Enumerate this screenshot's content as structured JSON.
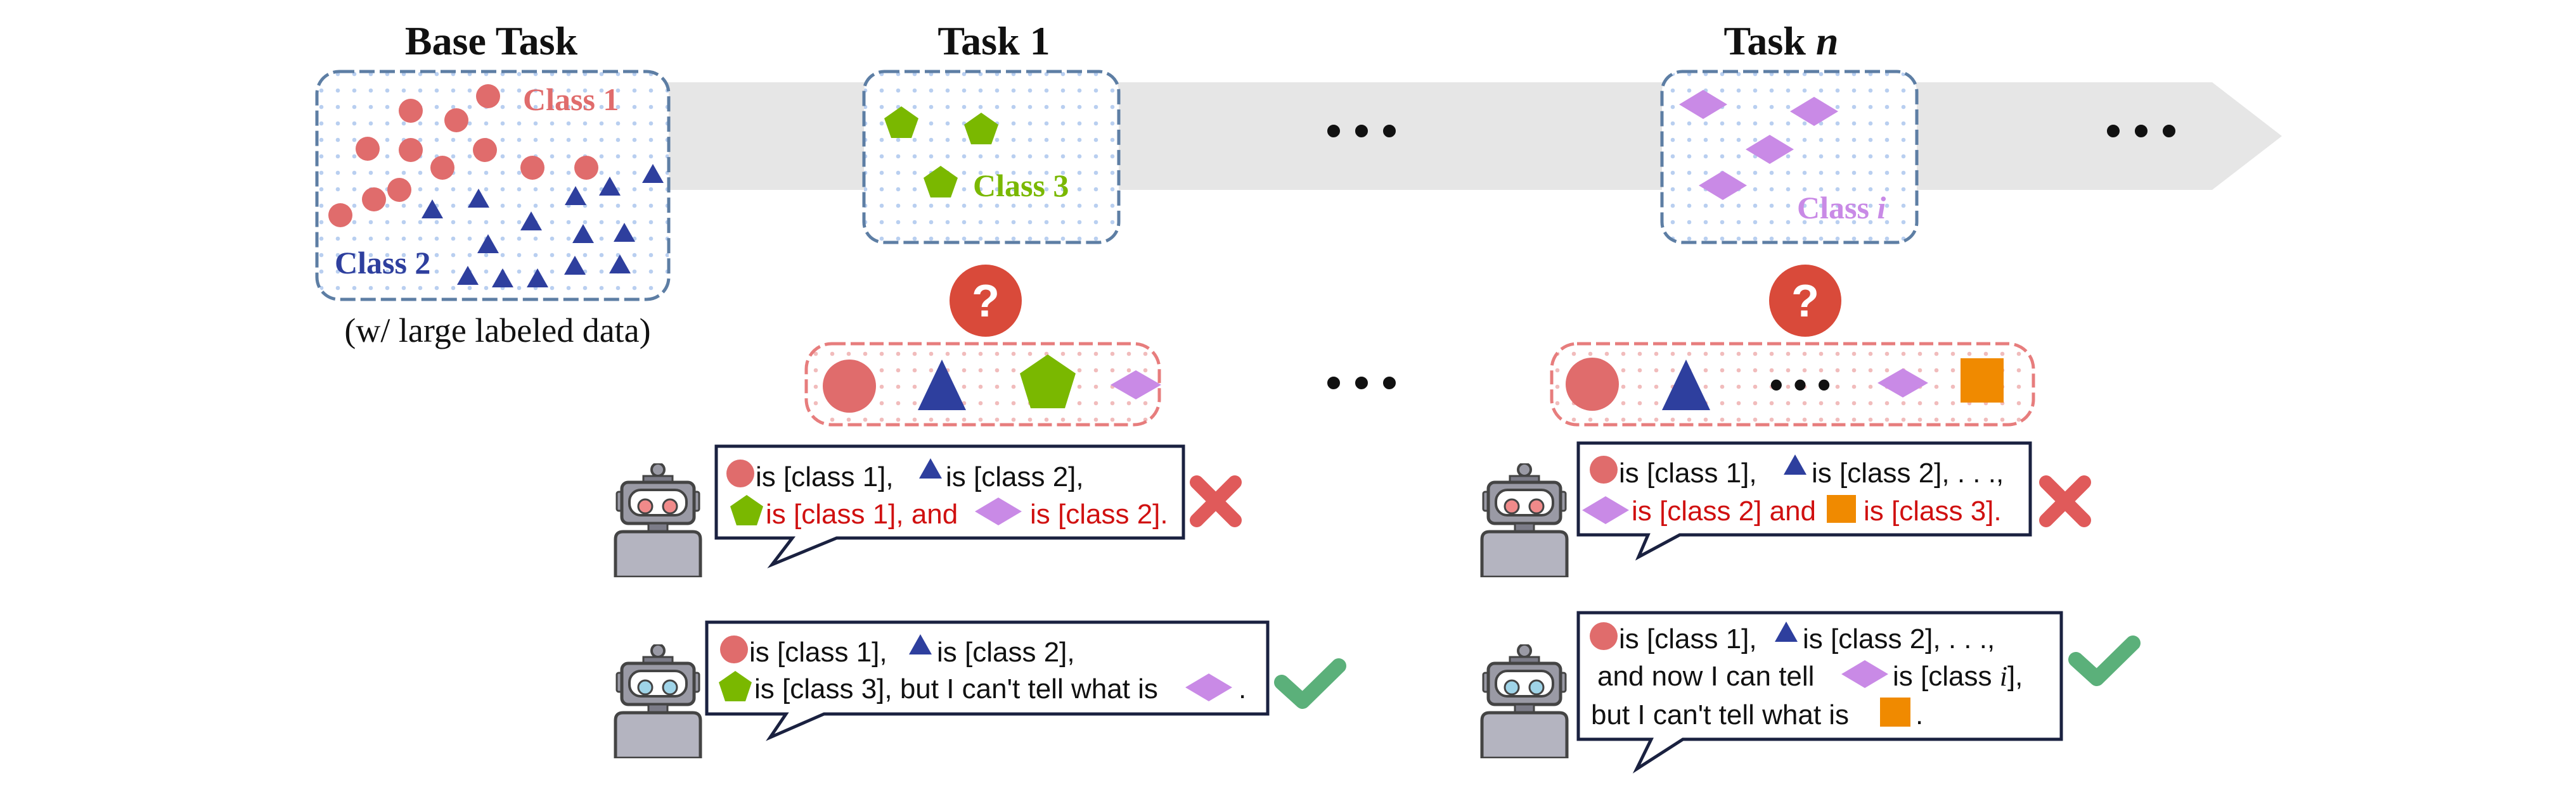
{
  "titles": {
    "base": "Base Task",
    "task1": "Task 1",
    "taskn_prefix": "Task ",
    "taskn_var": "n"
  },
  "base_note": "(w/ large labeled data)",
  "labels": {
    "class1": "Class 1",
    "class2": "Class 2",
    "class3": "Class 3",
    "classi_prefix": "Class ",
    "classi_var": "i"
  },
  "question_mark": "?",
  "ellipsis": "• • •",
  "colors": {
    "class1": "#e06c6c",
    "class2": "#2e3f9e",
    "class3": "#7ab800",
    "classi": "#c98ae6",
    "square": "#f08a00",
    "wrong": "#e05a5a",
    "right": "#5bb07a",
    "question": "#d94a3a",
    "red_text": "#d01010"
  },
  "speech": {
    "left_wrong": {
      "l1a": "is [class 1],",
      "l1b": "is [class 2],",
      "l2a": "is [class 1], and",
      "l2b": "is [class 2]."
    },
    "left_right": {
      "l1a": "is [class 1],",
      "l1b": "is [class 2],",
      "l2a": "is [class 3], but I can't tell what is",
      "l2b": "."
    },
    "right_wrong": {
      "l1a": "is [class 1],",
      "l1b": "is [class 2], . . .,",
      "l2a": "is [class 2] and",
      "l2b": "is [class 3]."
    },
    "right_right": {
      "l1a": "is [class 1],",
      "l1b": "is [class 2], . . .,",
      "l2a": "and now I can tell",
      "l2b": "is [class ",
      "l2var": "i",
      "l2c": "],",
      "l3a": "but I can't tell what is",
      "l3b": "."
    }
  }
}
